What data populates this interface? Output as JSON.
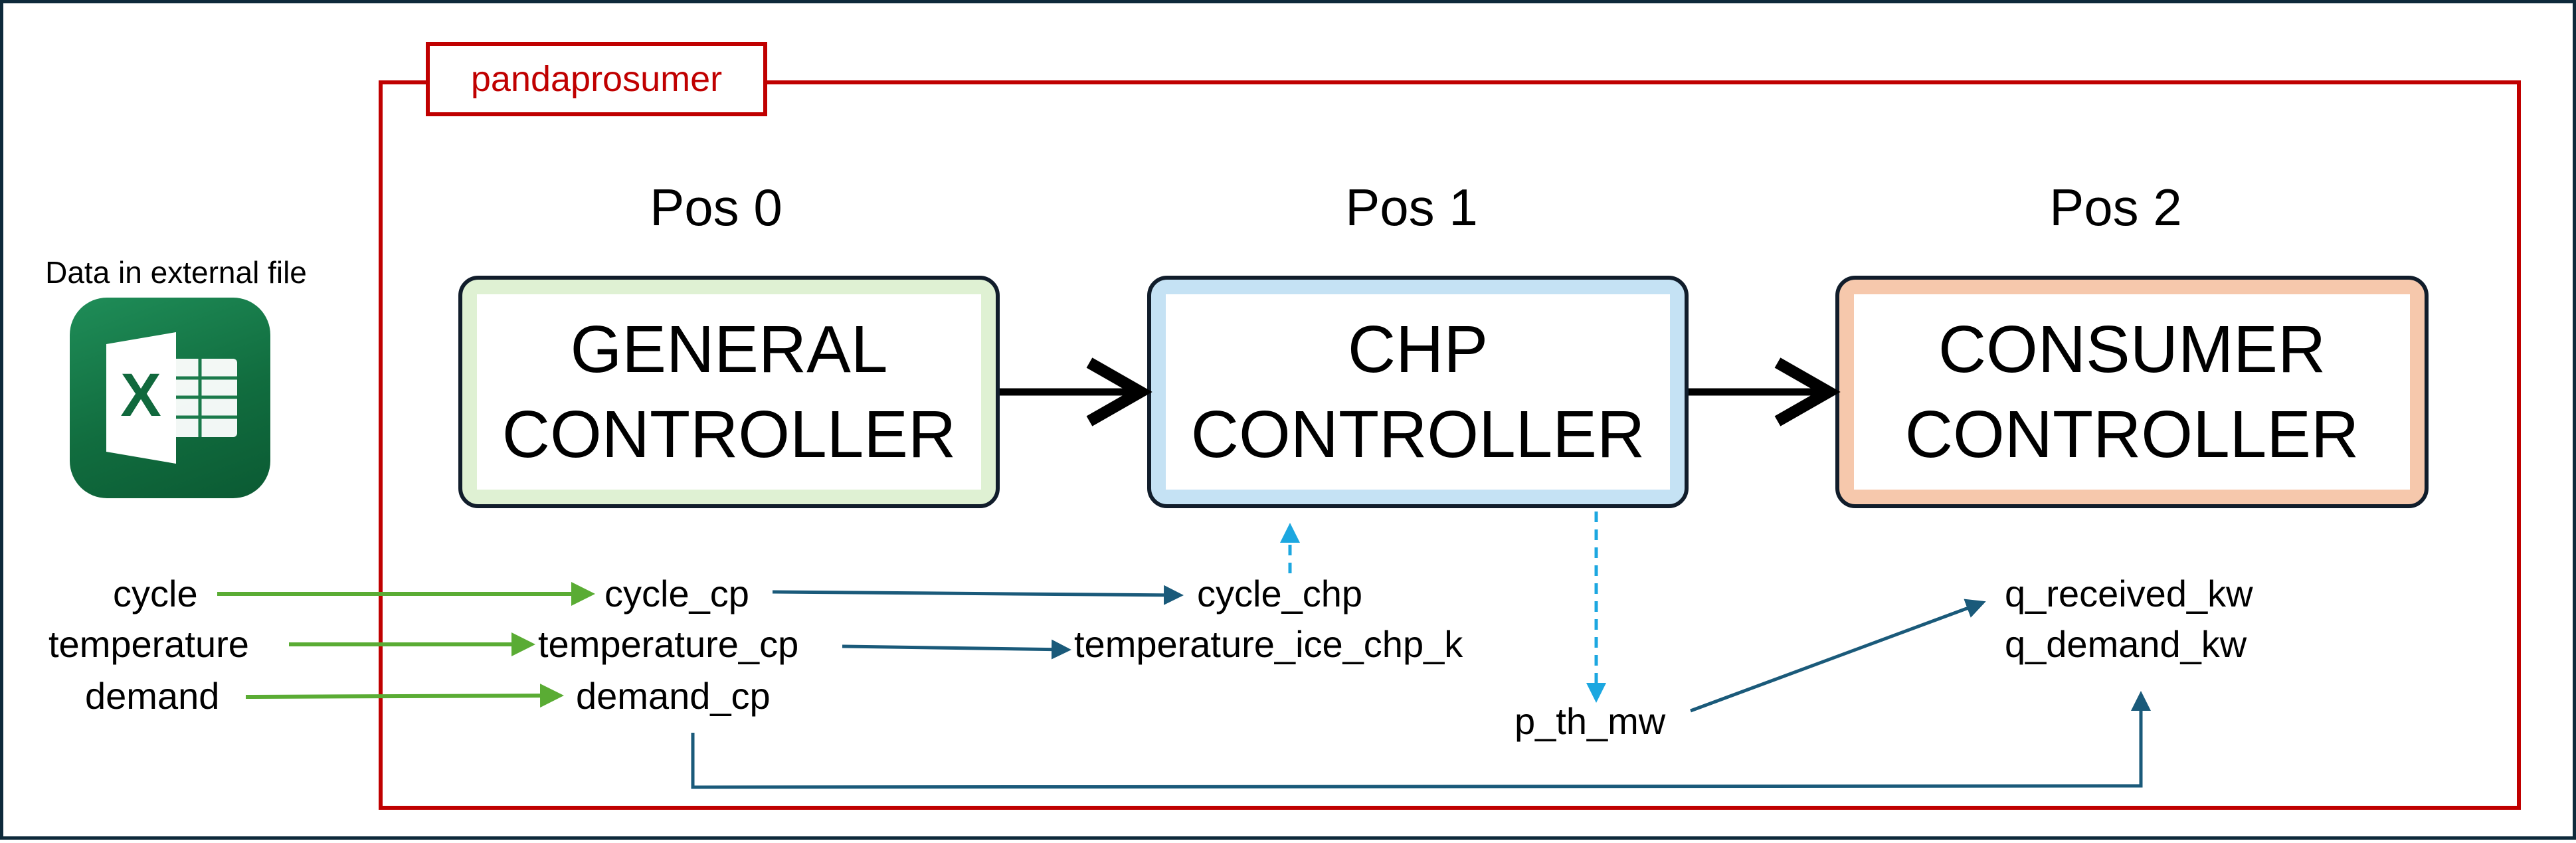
{
  "frame": {
    "label": "pandaprosumer",
    "color": "#c00000"
  },
  "data_source": {
    "label": "Data in external file",
    "icon": "excel-icon",
    "icon_letter": "X"
  },
  "positions": [
    {
      "label": "Pos 0",
      "controller": [
        "GENERAL",
        "CONTROLLER"
      ],
      "fill": "#dff1d3"
    },
    {
      "label": "Pos 1",
      "controller": [
        "CHP",
        "CONTROLLER"
      ],
      "fill": "#c5e2f4"
    },
    {
      "label": "Pos 2",
      "controller": [
        "CONSUMER",
        "CONTROLLER"
      ],
      "fill": "#f6c8ac"
    }
  ],
  "inputs": [
    "cycle",
    "temperature",
    "demand"
  ],
  "general_signals": [
    "cycle_cp",
    "temperature_cp",
    "demand_cp"
  ],
  "chp_signals": {
    "inputs": [
      "cycle_chp",
      "temperature_ice_chp_k"
    ],
    "output": "p_th_mw"
  },
  "consumer_signals": [
    "q_received_kw",
    "q_demand_kw"
  ],
  "colors": {
    "input_arrow": "#5aac34",
    "mapping_arrow": "#1a5a7a",
    "controller_link": "#1ca7e0",
    "border": "#0e2a3b"
  }
}
